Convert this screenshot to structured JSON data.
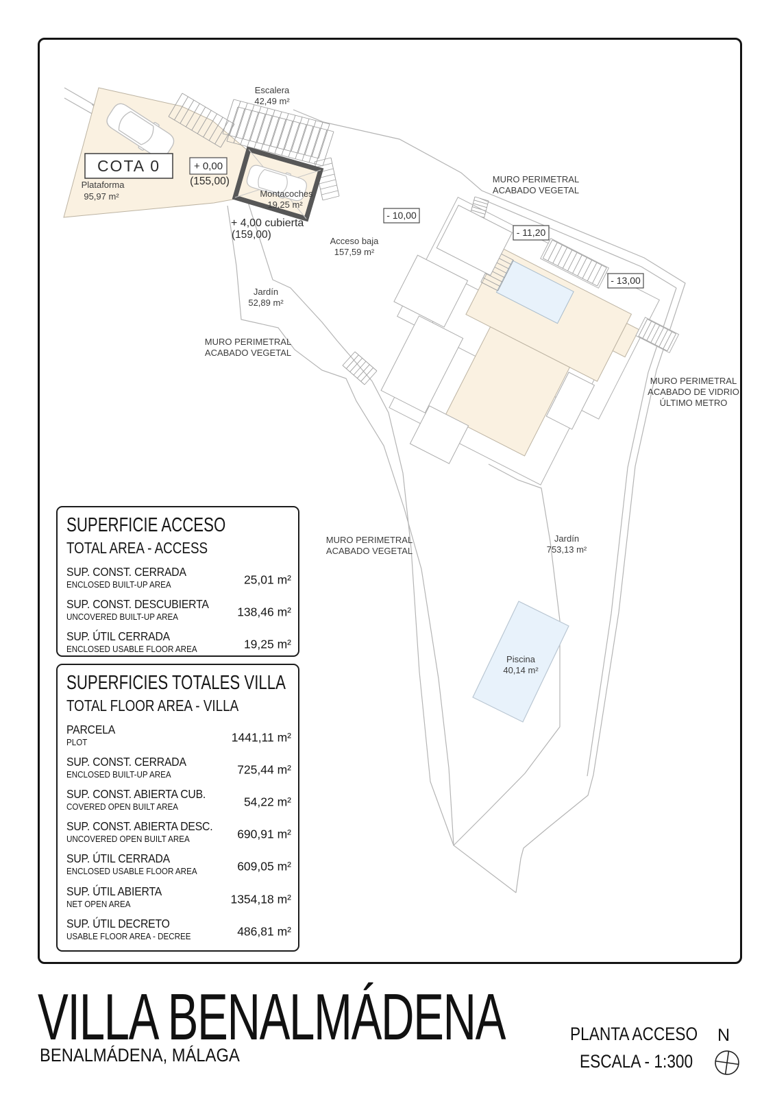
{
  "plan": {
    "escalera": {
      "label": "Escalera",
      "area": "42,49 m²"
    },
    "cota0": "COTA 0",
    "level_acceso": {
      "rel": "+ 0,00",
      "abs": "(155,00)"
    },
    "plataforma": {
      "label": "Plataforma",
      "area": "95,97 m²"
    },
    "montacoches": {
      "label": "Montacoches",
      "area": "19,25 m²"
    },
    "cubierta": {
      "rel": "+ 4,00 cubierta",
      "abs": "(159,00)"
    },
    "acceso_baja": {
      "label": "Acceso baja",
      "area": "157,59 m²"
    },
    "jardin_acceso": {
      "label": "Jardín",
      "area": "52,89 m²"
    },
    "jardin_principal": {
      "label": "Jardín",
      "area": "753,13 m²"
    },
    "piscina": {
      "label": "Piscina",
      "area": "40,14 m²"
    },
    "muro_vegetal_line1": "MURO PERIMETRAL",
    "muro_vegetal_line2": "ACABADO VEGETAL",
    "muro_vidrio_line1": "MURO PERIMETRAL",
    "muro_vidrio_line2": "ACABADO DE VIDRIO",
    "muro_vidrio_line3": "ÚLTIMO METRO",
    "cota_10": "- 10,00",
    "cota_11": "- 11,20",
    "cota_13": "- 13,00"
  },
  "tables": {
    "acceso": {
      "title": "SUPERFICIE ACCESO",
      "subtitle": "TOTAL AREA - ACCESS",
      "rows": [
        {
          "es": "SUP. CONST. CERRADA",
          "en": "ENCLOSED BUILT-UP AREA",
          "value": "25,01 m²"
        },
        {
          "es": "SUP. CONST. DESCUBIERTA",
          "en": "UNCOVERED BUILT-UP AREA",
          "value": "138,46 m²"
        },
        {
          "es": "SUP. ÚTIL CERRADA",
          "en": "ENCLOSED USABLE FLOOR AREA",
          "value": "19,25 m²"
        }
      ]
    },
    "totales": {
      "title": "SUPERFICIES TOTALES VILLA",
      "subtitle": "TOTAL FLOOR AREA - VILLA",
      "rows": [
        {
          "es": "PARCELA",
          "en": "PLOT",
          "value": "1441,11 m²"
        },
        {
          "es": "SUP. CONST. CERRADA",
          "en": "ENCLOSED BUILT-UP AREA",
          "value": "725,44 m²"
        },
        {
          "es": "SUP. CONST. ABIERTA CUB.",
          "en": "COVERED OPEN BUILT AREA",
          "value": "54,22 m²"
        },
        {
          "es": "SUP. CONST. ABIERTA DESC.",
          "en": "UNCOVERED OPEN BUILT AREA",
          "value": "690,91 m²"
        },
        {
          "es": "SUP. ÚTIL CERRADA",
          "en": "ENCLOSED USABLE FLOOR AREA",
          "value": "609,05 m²"
        },
        {
          "es": "SUP. ÚTIL ABIERTA",
          "en": "NET OPEN AREA",
          "value": "1354,18 m²"
        },
        {
          "es": "SUP. ÚTIL DECRETO",
          "en": "USABLE FLOOR AREA - DECREE",
          "value": "486,81 m²"
        }
      ]
    }
  },
  "titleblock": {
    "project": "VILLA BENALMÁDENA",
    "location": "BENALMÁDENA, MÁLAGA",
    "sheet": "PLANTA ACCESO",
    "scale": "ESCALA - 1:300",
    "north": "N"
  },
  "colors": {
    "beige": "#faf1e1",
    "pool_blue": "#e8f2fb",
    "wall_dark": "#575757",
    "line_gray": "#b4b4b4",
    "ink": "#3c3c3c"
  }
}
